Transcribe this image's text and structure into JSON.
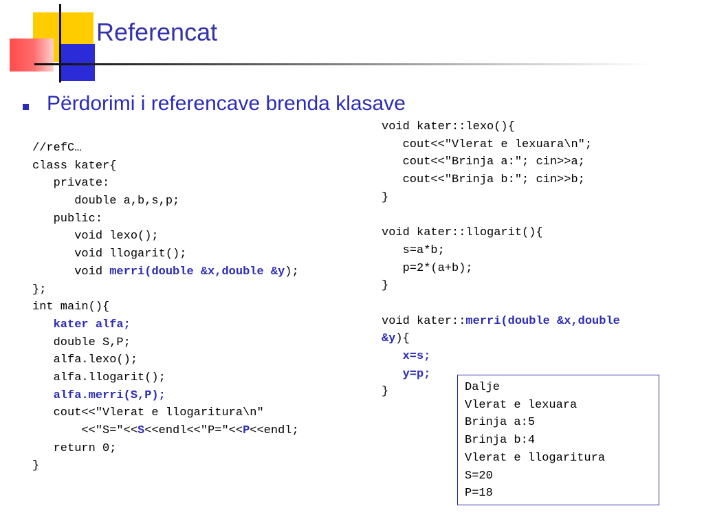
{
  "slide": {
    "title": "Referencat",
    "bullet": "Përdorimi i referencave brenda klasave"
  },
  "colors": {
    "accent": "#2b2bb8",
    "title": "#3333aa",
    "logo_yellow": "#ffcc00",
    "logo_blue": "#2b2bd8",
    "logo_red": "#ff4c4c"
  },
  "code_left": [
    {
      "indent": "",
      "text": "//refC…"
    },
    {
      "indent": "",
      "text": "class kater{"
    },
    {
      "indent": "   ",
      "text": "private:"
    },
    {
      "indent": "      ",
      "text": "double a,b,s,p;"
    },
    {
      "indent": "   ",
      "text": "public:"
    },
    {
      "indent": "      ",
      "text": "void lexo();"
    },
    {
      "indent": "      ",
      "text": "void llogarit();"
    },
    {
      "indent": "      ",
      "pre": "void ",
      "hl": "merri(double &x,double &y",
      "post": ");"
    },
    {
      "indent": "",
      "text": "};"
    },
    {
      "indent": "",
      "text": "int main(){"
    },
    {
      "indent": "   ",
      "pre": "",
      "hl": "kater alfa;",
      "post": ""
    },
    {
      "indent": "   ",
      "text": "double S,P;"
    },
    {
      "indent": "   ",
      "text": "alfa.lexo();"
    },
    {
      "indent": "   ",
      "text": "alfa.llogarit();"
    },
    {
      "indent": "   ",
      "pre": "",
      "hl": "alfa.merri(S,P);",
      "post": ""
    },
    {
      "indent": "   ",
      "text": "cout<<\"Vlerat e llogaritura\\n\""
    },
    {
      "indent": "       ",
      "pre": "<<\"S=\"<<",
      "hl": "S",
      "post": "<<endl<<\"P=\"<<",
      "hl2": "P",
      "post2": "<<endl;"
    },
    {
      "indent": "   ",
      "text": "return 0;"
    },
    {
      "indent": "",
      "text": "}"
    }
  ],
  "code_right": [
    {
      "indent": "",
      "text": "void kater::lexo(){"
    },
    {
      "indent": "   ",
      "text": "cout<<\"Vlerat e lexuara\\n\";"
    },
    {
      "indent": "   ",
      "text": "cout<<\"Brinja a:\"; cin>>a;"
    },
    {
      "indent": "   ",
      "text": "cout<<\"Brinja b:\"; cin>>b;"
    },
    {
      "indent": "",
      "text": "}"
    },
    {
      "indent": "",
      "text": ""
    },
    {
      "indent": "",
      "text": "void kater::llogarit(){"
    },
    {
      "indent": "   ",
      "text": "s=a*b;"
    },
    {
      "indent": "   ",
      "text": "p=2*(a+b);"
    },
    {
      "indent": "",
      "text": "}"
    },
    {
      "indent": "",
      "text": ""
    },
    {
      "indent": "",
      "pre": "void kater::",
      "hl": "merri(double &x,double",
      "post": ""
    },
    {
      "indent": "",
      "pre": "",
      "hl": "&y",
      "post": "){"
    },
    {
      "indent": "   ",
      "pre": "",
      "hl": "x=s;",
      "post": ""
    },
    {
      "indent": "   ",
      "pre": "",
      "hl": "y=p;",
      "post": ""
    },
    {
      "indent": "",
      "text": "}"
    }
  ],
  "output": [
    "Dalje",
    "Vlerat e lexuara",
    "Brinja a:5",
    "Brinja b:4",
    "Vlerat e llogaritura",
    "S=20",
    "P=18"
  ]
}
